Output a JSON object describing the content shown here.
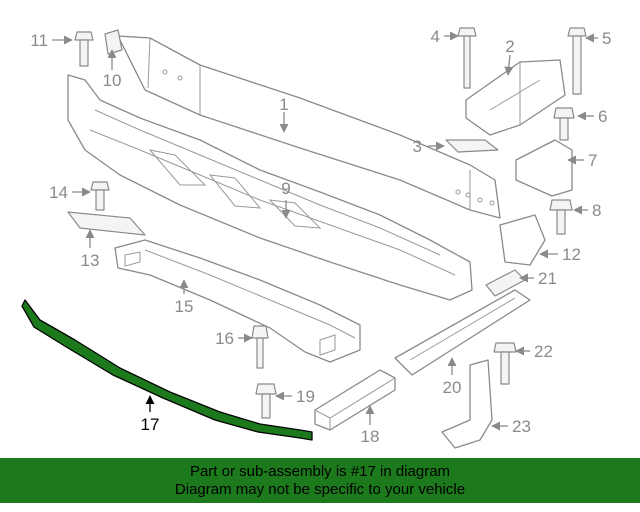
{
  "callouts": {
    "c1": "1",
    "c2": "2",
    "c3": "3",
    "c4": "4",
    "c5": "5",
    "c6": "6",
    "c7": "7",
    "c8": "8",
    "c9": "9",
    "c10": "10",
    "c11": "11",
    "c12": "12",
    "c13": "13",
    "c14": "14",
    "c15": "15",
    "c16": "16",
    "c17": "17",
    "c18": "18",
    "c19": "19",
    "c20": "20",
    "c21": "21",
    "c22": "22",
    "c23": "23"
  },
  "highlight": {
    "part": "17",
    "color": "#1c7a1c"
  },
  "banner": {
    "line1": "Part or sub-assembly is #17 in diagram",
    "line2": "Diagram may not be specific to your vehicle",
    "background": "#1c7a1c"
  }
}
